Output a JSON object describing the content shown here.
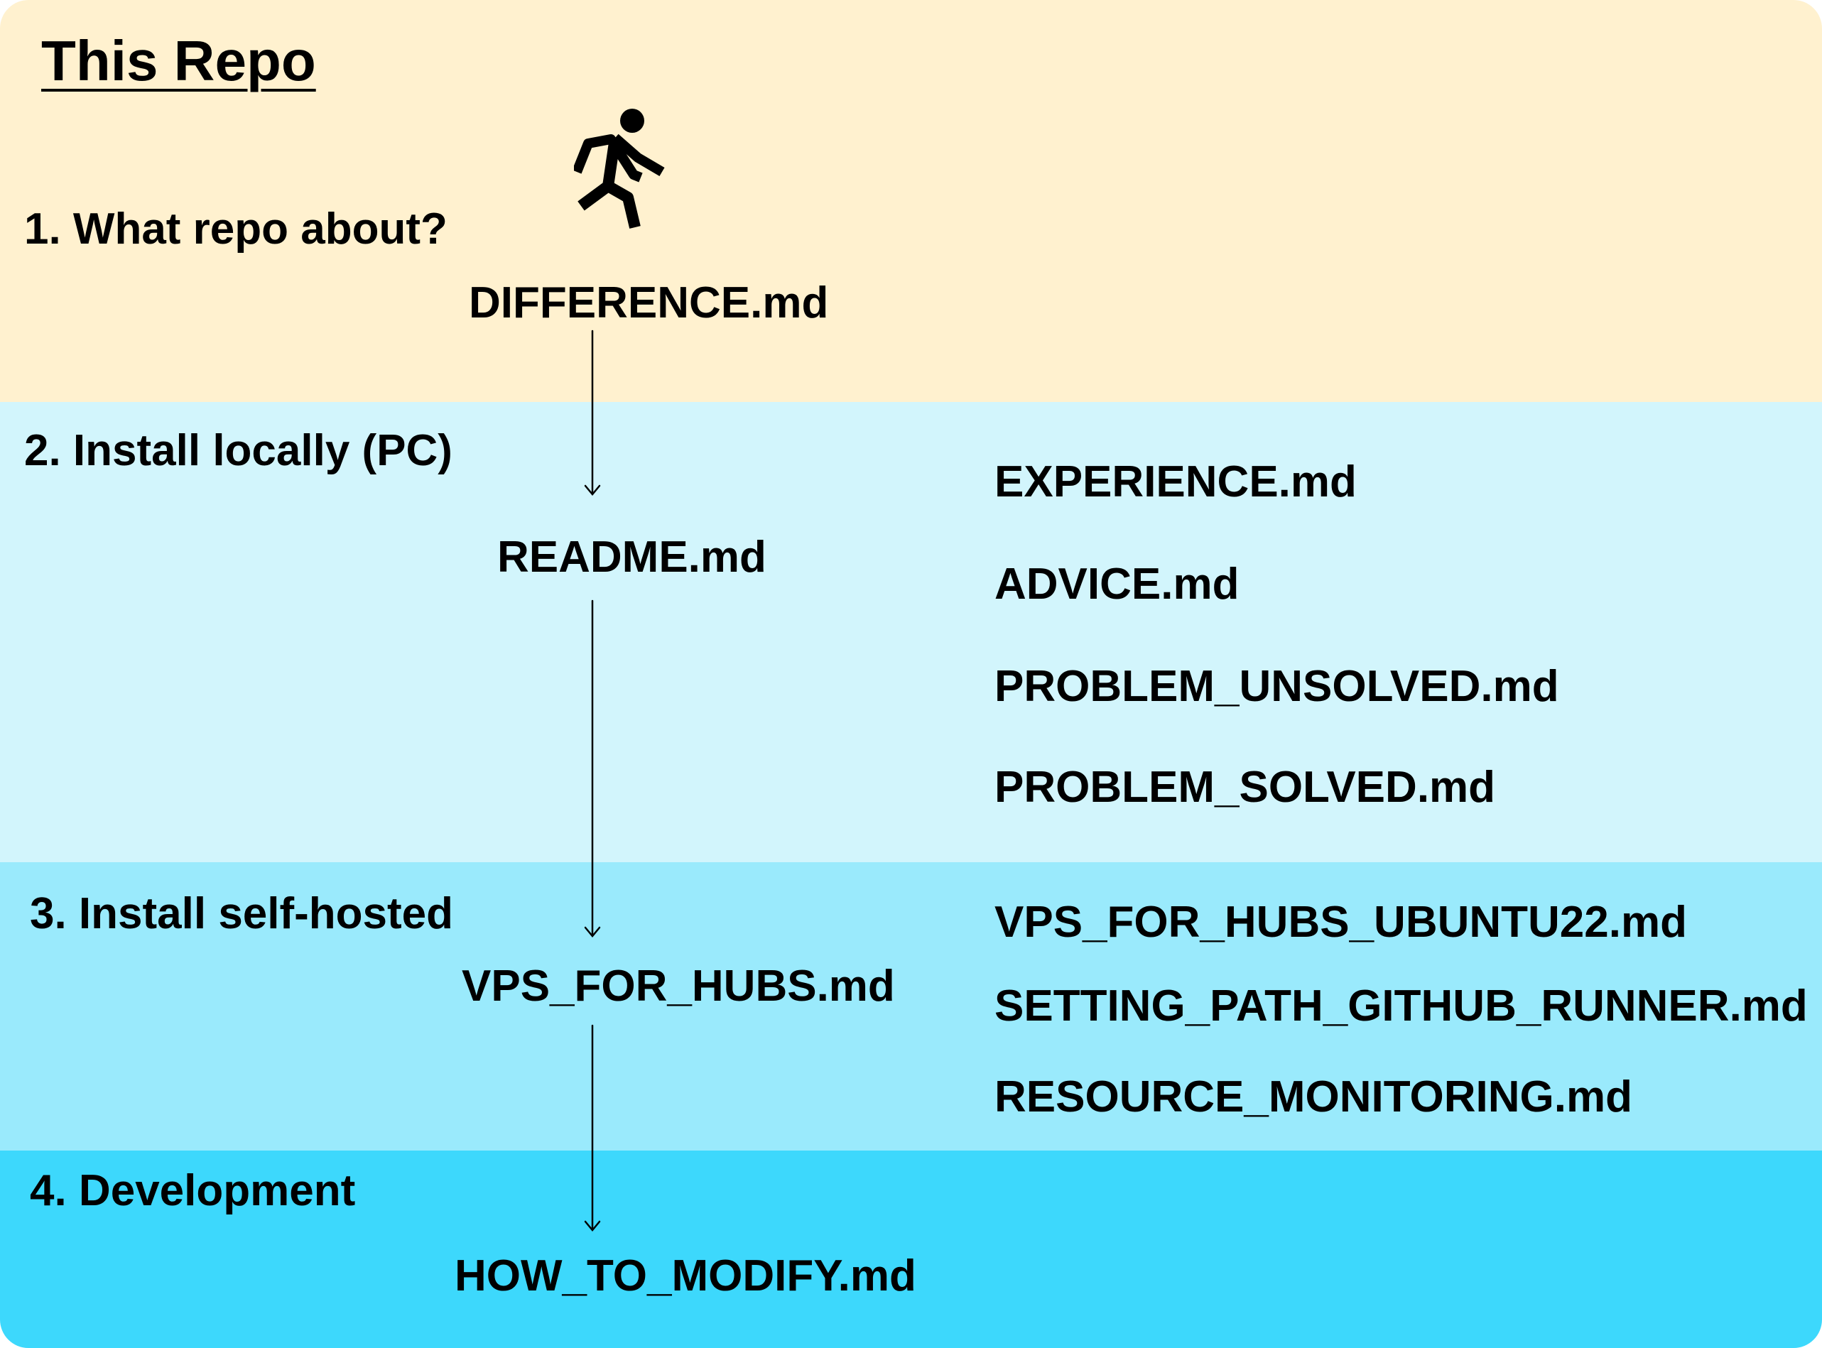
{
  "title": "This Repo",
  "sections": [
    {
      "label": "1. What repo about?",
      "color": "#fff1cf"
    },
    {
      "label": "2. Install locally (PC)",
      "color": "#d2f5fc"
    },
    {
      "label": "3. Install self-hosted",
      "color": "#9aeafc"
    },
    {
      "label": "4. Development",
      "color": "#3dd8fc"
    }
  ],
  "main_flow": [
    "DIFFERENCE.md",
    "README.md",
    "VPS_FOR_HUBS.md",
    "HOW_TO_MODIFY.md"
  ],
  "local_docs": [
    "EXPERIENCE.md",
    "ADVICE.md",
    "PROBLEM_UNSOLVED.md",
    "PROBLEM_SOLVED.md"
  ],
  "selfhosted_docs": [
    "VPS_FOR_HUBS_UBUNTU22.md",
    "SETTING_PATH_GITHUB_RUNNER.md",
    "RESOURCE_MONITORING.md"
  ],
  "icons": {
    "start": "running-person-icon"
  }
}
